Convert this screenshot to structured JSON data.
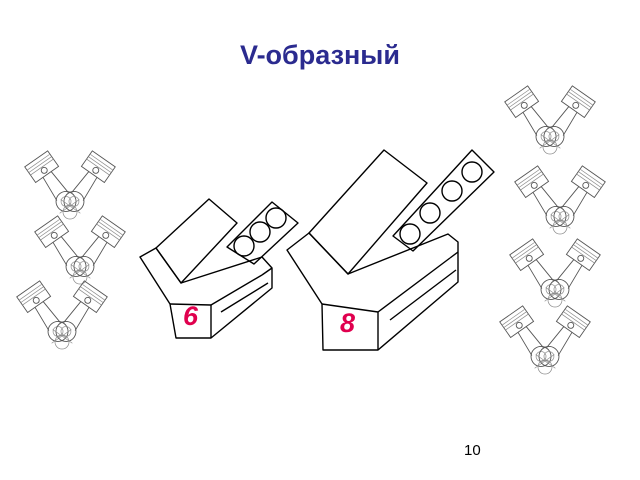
{
  "title": "V-образный",
  "page_number": "10",
  "engines": [
    {
      "cylinders": "6"
    },
    {
      "cylinders": "8"
    }
  ],
  "colors": {
    "title": "#2b2b8f",
    "cylinder_label": "#e0004e",
    "outline": "#000000"
  },
  "icons": [
    "piston-connecting-rod-icon"
  ]
}
